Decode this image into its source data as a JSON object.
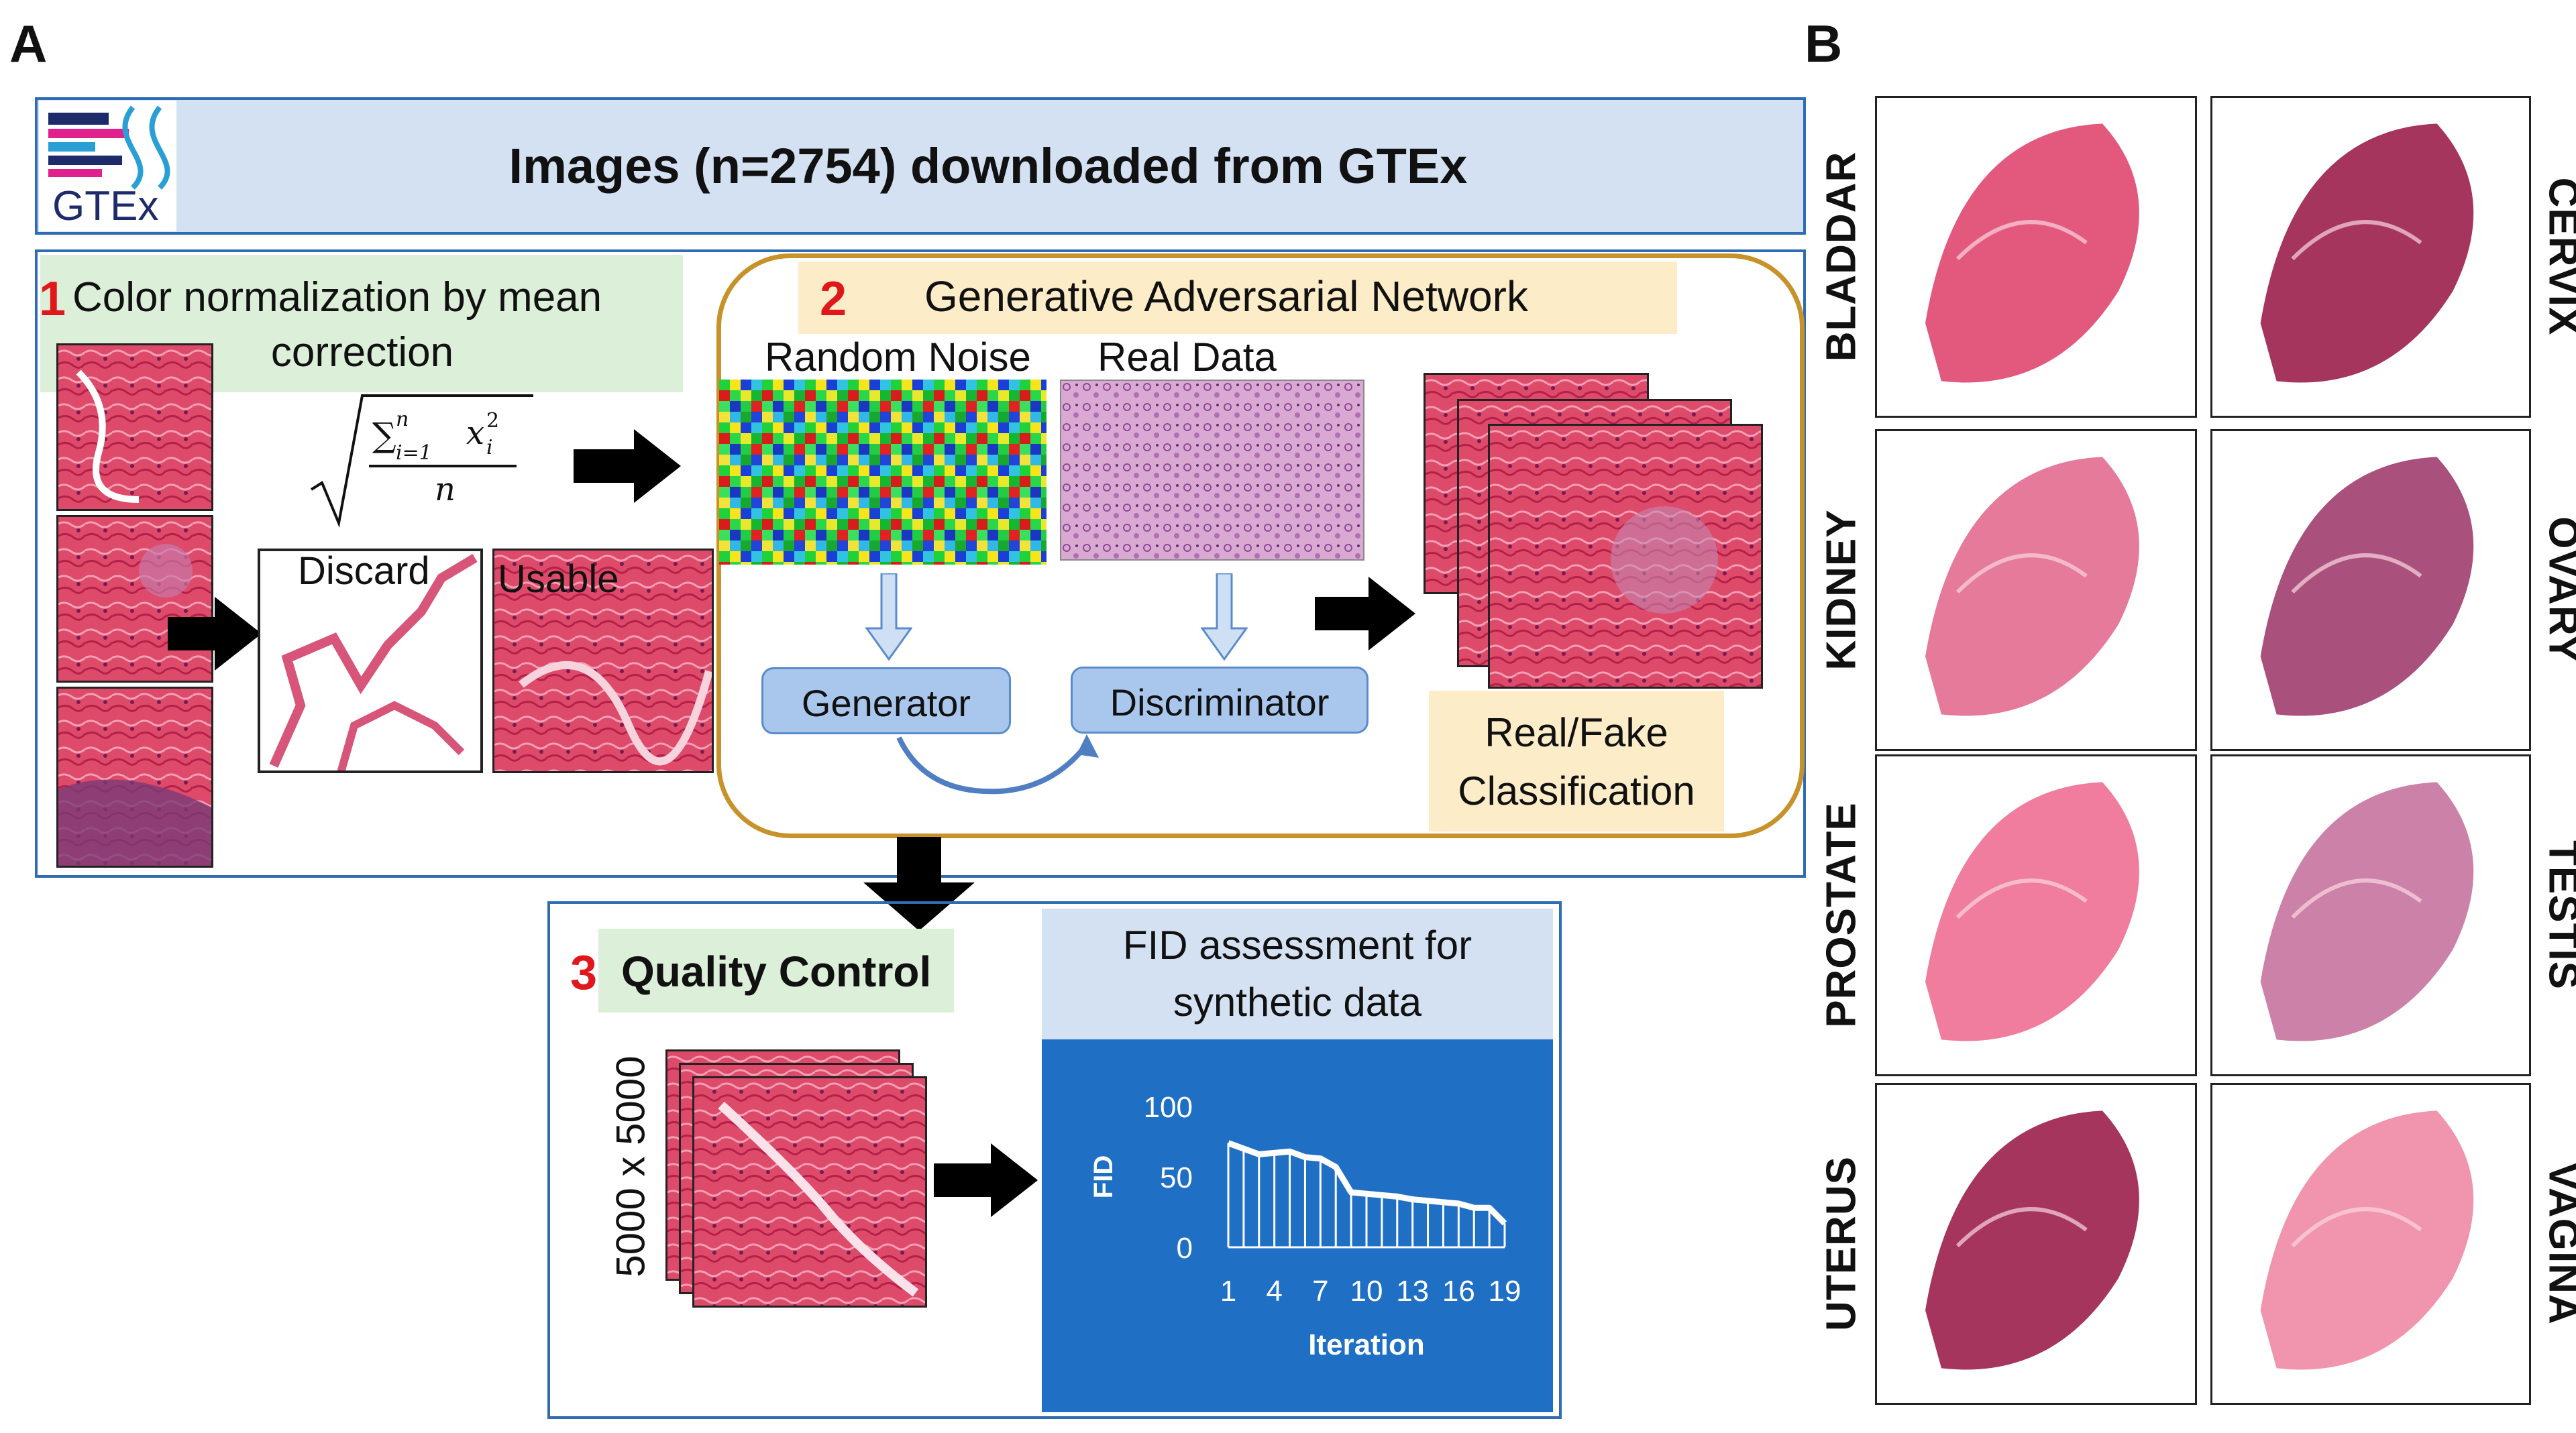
{
  "panels": {
    "a": "A",
    "b": "B"
  },
  "header": {
    "logo_text": "GTEx",
    "title": "Images (n=2754) downloaded from GTEx"
  },
  "step1": {
    "number": "1",
    "title_line1": "Color normalization by mean",
    "title_line2": "correction",
    "formula_sum": "∑",
    "formula_top": "n",
    "formula_bottom": "i=1",
    "formula_var": "x",
    "formula_sub": "i",
    "formula_sup": "2",
    "formula_den": "n",
    "discard_label": "Discard",
    "usable_label": "Usable"
  },
  "step2": {
    "number": "2",
    "title": "Generative Adversarial Network",
    "noise_label": "Random Noise",
    "real_label": "Real Data",
    "generator": "Generator",
    "discriminator": "Discriminator",
    "class_line1": "Real/Fake",
    "class_line2": "Classification"
  },
  "step3": {
    "number": "3",
    "title": "Quality Control",
    "size_label": "5000 x 5000",
    "fid_title_line1": "FID assessment for",
    "fid_title_line2": "synthetic data"
  },
  "chart_data": {
    "type": "bar",
    "title": "",
    "xlabel": "Iteration",
    "ylabel": "FID",
    "ylim": [
      0,
      100
    ],
    "yticks": [
      "0",
      "50",
      "100"
    ],
    "xtick_labels": [
      "1",
      "4",
      "7",
      "10",
      "13",
      "16",
      "19"
    ],
    "categories": [
      1,
      2,
      3,
      4,
      5,
      6,
      7,
      8,
      9,
      10,
      11,
      12,
      13,
      14,
      15,
      16,
      17,
      18,
      19
    ],
    "values": [
      74,
      70,
      66,
      67,
      68,
      64,
      63,
      57,
      39,
      38,
      37,
      36,
      34,
      33,
      32,
      31,
      28,
      28,
      17
    ],
    "background": "#1f6fc5",
    "line_color": "#ffffff"
  },
  "tissues": [
    {
      "name": "BLADDAR",
      "side": "left"
    },
    {
      "name": "CERVIX",
      "side": "right"
    },
    {
      "name": "KIDNEY",
      "side": "left"
    },
    {
      "name": "OVARY",
      "side": "right"
    },
    {
      "name": "PROSTATE",
      "side": "left"
    },
    {
      "name": "TESTIS",
      "side": "right"
    },
    {
      "name": "UTERUS",
      "side": "left"
    },
    {
      "name": "VAGINA",
      "side": "right"
    }
  ],
  "colors": {
    "header_bg": "#d4e1f2",
    "frame_blue": "#2e6db4",
    "gan_border": "#c8922a",
    "step1_bg": "#dcefd9",
    "step2_bg": "#fdecc8",
    "process_box": "#a9c6ec",
    "fid_header_bg": "#d4e1f2",
    "tissue_pink": "#e0476f",
    "tissue_dark": "#9b1f4b"
  }
}
